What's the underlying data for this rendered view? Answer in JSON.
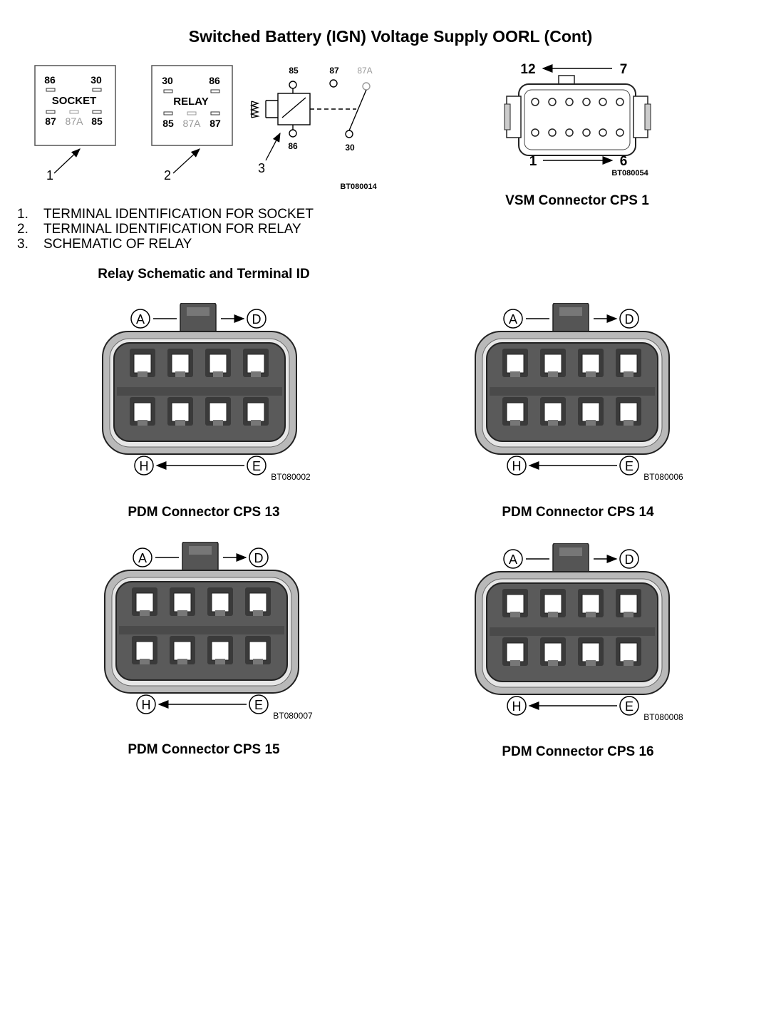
{
  "page_title": "Switched Battery (IGN) Voltage Supply OORL (Cont)",
  "relay_figure": {
    "socket": {
      "word": "SOCKET",
      "top_left": "86",
      "top_right": "30",
      "bottom_left": "87",
      "bottom_mid": "87A",
      "bottom_right": "85"
    },
    "relay": {
      "word": "RELAY",
      "top_left": "30",
      "top_right": "86",
      "bottom_left": "85",
      "bottom_mid": "87A",
      "bottom_right": "87"
    },
    "schematic": {
      "coil_top": "85",
      "coil_bottom": "86",
      "contact_87": "87",
      "contact_87a": "87A",
      "common": "30"
    },
    "callouts": [
      "1",
      "2",
      "3"
    ],
    "image_id": "BT080014"
  },
  "legend": [
    {
      "num": "1.",
      "text": "TERMINAL IDENTIFICATION FOR SOCKET"
    },
    {
      "num": "2.",
      "text": "TERMINAL IDENTIFICATION FOR RELAY"
    },
    {
      "num": "3.",
      "text": "SCHEMATIC OF RELAY"
    }
  ],
  "relay_caption": "Relay Schematic and Terminal ID",
  "vsm": {
    "caption": "VSM Connector CPS 1",
    "top_left": "12",
    "top_right": "7",
    "bottom_left": "1",
    "bottom_right": "6",
    "image_id": "BT080054"
  },
  "pdm": [
    {
      "caption": "PDM Connector CPS 13",
      "image_id": "BT080002",
      "tl": "A",
      "tr": "D",
      "bl": "H",
      "br": "E"
    },
    {
      "caption": "PDM Connector CPS 14",
      "image_id": "BT080006",
      "tl": "A",
      "tr": "D",
      "bl": "H",
      "br": "E"
    },
    {
      "caption": "PDM Connector CPS 15",
      "image_id": "BT080007",
      "tl": "A",
      "tr": "D",
      "bl": "H",
      "br": "E"
    },
    {
      "caption": "PDM Connector CPS 16",
      "image_id": "BT080008",
      "tl": "A",
      "tr": "D",
      "bl": "H",
      "br": "E"
    }
  ]
}
